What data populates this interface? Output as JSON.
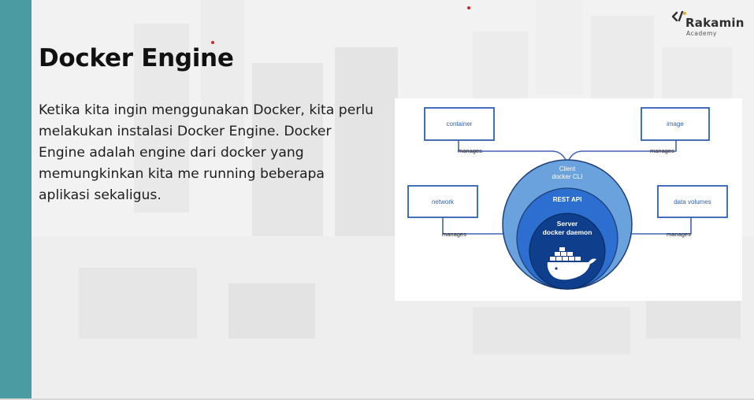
{
  "slide": {
    "title": "Docker Engine",
    "body": "Ketika kita ingin menggunakan Docker, kita perlu melakukan instalasi Docker Engine. Docker Engine adalah engine dari docker yang memungkinkan kita me running beberapa aplikasi sekaligus.",
    "accent_color": "#4a9ba2"
  },
  "logo": {
    "name": "Rakamin",
    "subtitle": "Academy",
    "icon": "rakamin-logo-icon"
  },
  "diagram": {
    "boxes": {
      "container": "container",
      "image": "image",
      "network": "network",
      "data_volumes": "data volumes"
    },
    "edge_label": "manages",
    "rings": {
      "outer_line1": "Client",
      "outer_line2": "docker CLI",
      "middle": "REST API",
      "inner_line1": "Server",
      "inner_line2": "docker daemon"
    },
    "icon": "docker-whale-icon",
    "colors": {
      "box_border": "#2f5fb5",
      "box_text": "#2f5fb5",
      "outer_ring": "#6aa2dd",
      "middle_ring": "#2d6fd0",
      "inner_ring": "#0f3f8c",
      "connector": "#3f65b3"
    }
  }
}
